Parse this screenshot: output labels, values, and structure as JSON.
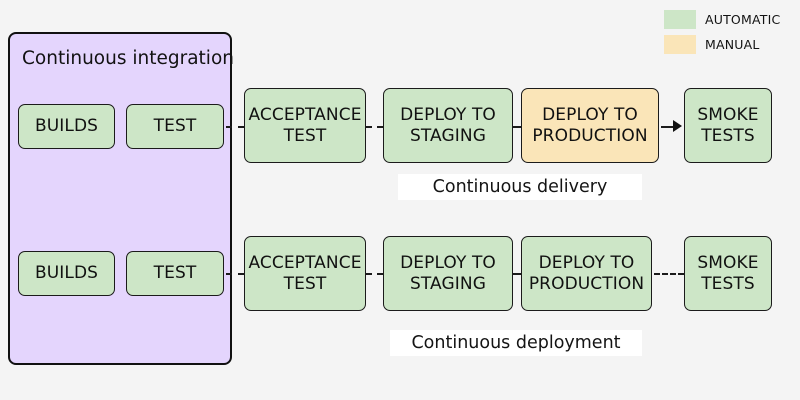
{
  "diagram": {
    "title_text": "Continuous integration",
    "legend": {
      "items": [
        {
          "label": "AUTOMATIC",
          "color": "#cde6c7",
          "swatch_name": "automatic-swatch"
        },
        {
          "label": "MANUAL",
          "color": "#fae5b8",
          "swatch_name": "manual-swatch"
        }
      ]
    },
    "ci": {
      "title": "Continuous integration",
      "fill": "#e4d5fd",
      "stages": [
        {
          "label": "BUILDS",
          "type": "automatic"
        },
        {
          "label": "TEST",
          "type": "automatic"
        }
      ]
    },
    "rows": [
      {
        "name": "continuous-delivery",
        "caption": "Continuous delivery",
        "stages": [
          {
            "label": "ACCEPTANCE TEST",
            "line1": "ACCEPTANCE",
            "line2": "TEST",
            "type": "automatic"
          },
          {
            "label": "DEPLOY TO STAGING",
            "line1": "DEPLOY TO",
            "line2": "STAGING",
            "type": "automatic"
          },
          {
            "label": "DEPLOY TO PRODUCTION",
            "line1": "DEPLOY TO",
            "line2": "PRODUCTION",
            "type": "manual"
          },
          {
            "label": "SMOKE TESTS",
            "line1": "SMOKE",
            "line2": "TESTS",
            "type": "automatic"
          }
        ],
        "last_connector_has_arrow": true
      },
      {
        "name": "continuous-deployment",
        "caption": "Continuous deployment",
        "stages": [
          {
            "label": "ACCEPTANCE TEST",
            "line1": "ACCEPTANCE",
            "line2": "TEST",
            "type": "automatic"
          },
          {
            "label": "DEPLOY TO STAGING",
            "line1": "DEPLOY TO",
            "line2": "STAGING",
            "type": "automatic"
          },
          {
            "label": "DEPLOY TO PRODUCTION",
            "line1": "DEPLOY TO",
            "line2": "PRODUCTION",
            "type": "automatic"
          },
          {
            "label": "SMOKE TESTS",
            "line1": "SMOKE",
            "line2": "TESTS",
            "type": "automatic"
          }
        ],
        "last_connector_has_arrow": false
      }
    ],
    "colors": {
      "background": "#f4f4f4",
      "automatic": "#cde6c7",
      "manual": "#fae5b8",
      "container": "#e4d5fd",
      "stroke": "#1b1b1b"
    }
  }
}
